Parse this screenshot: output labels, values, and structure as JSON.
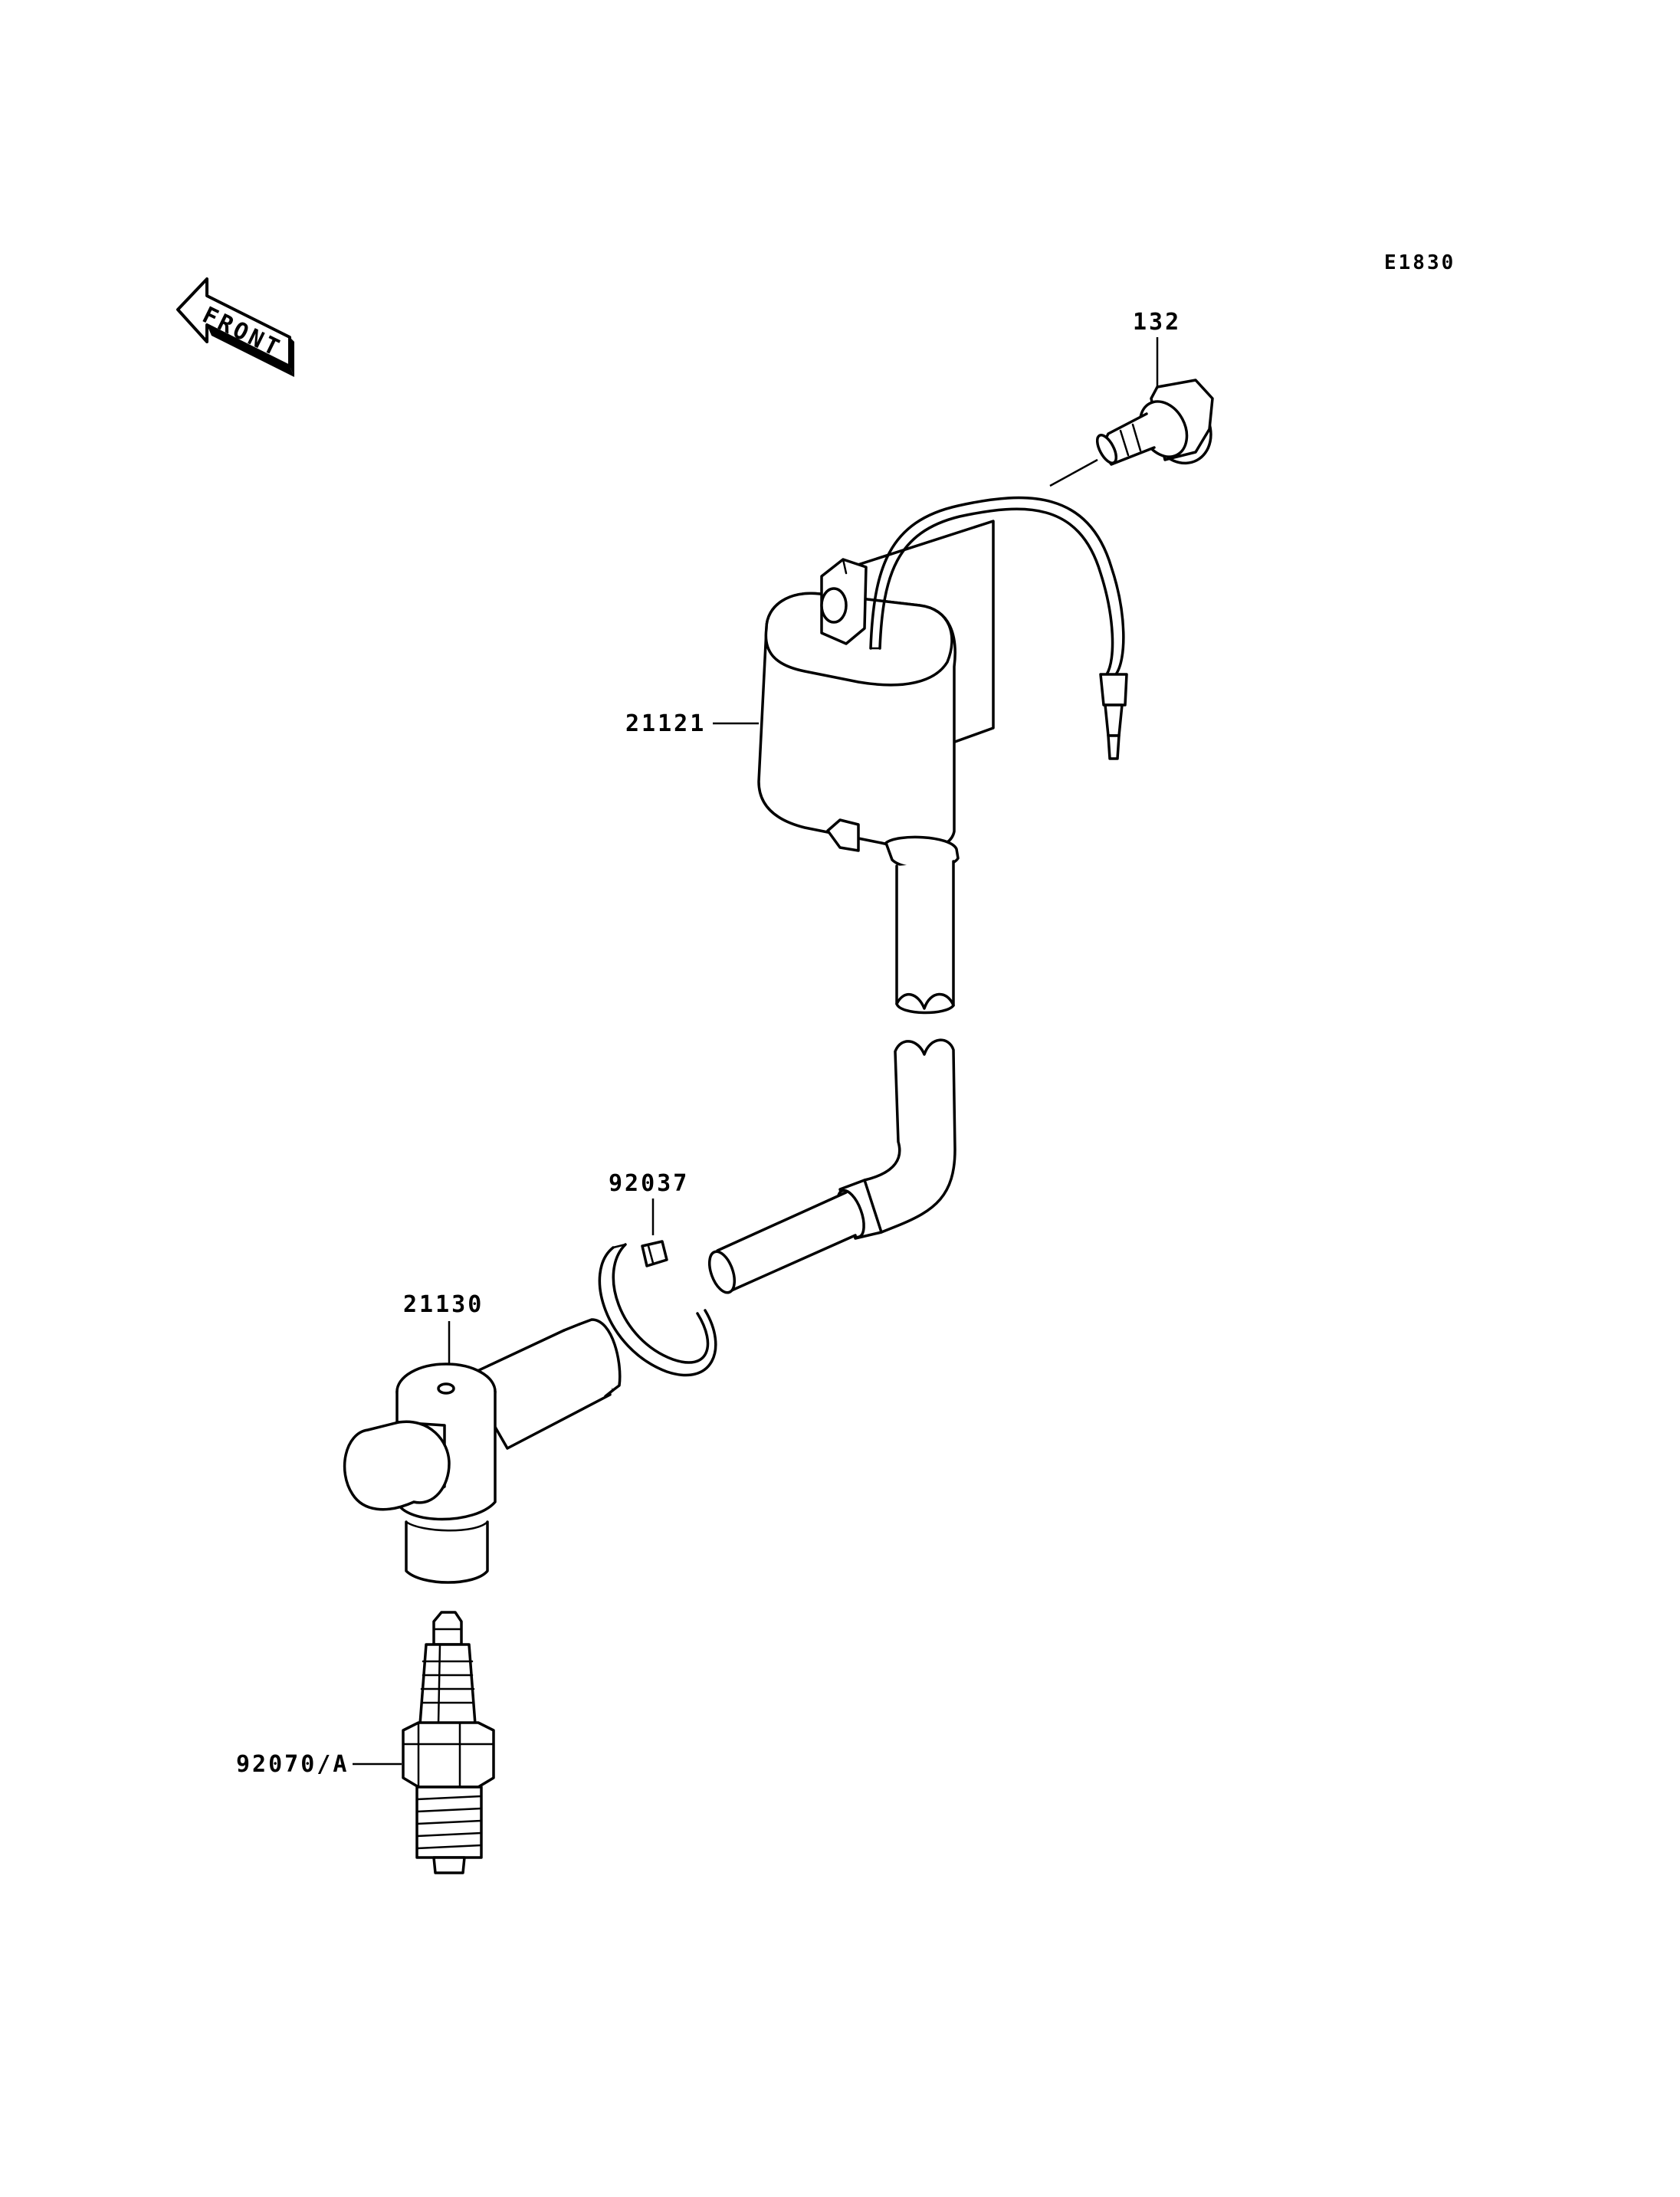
{
  "diagram_code": "E1830",
  "front_arrow": {
    "label": "FRONT",
    "icon": "front-arrow-icon"
  },
  "parts": [
    {
      "part_no": "132",
      "description_icon": "bolt-icon"
    },
    {
      "part_no": "21121",
      "description_icon": "ignition-coil-icon"
    },
    {
      "part_no": "92037",
      "description_icon": "clamp-icon"
    },
    {
      "part_no": "21130",
      "description_icon": "spark-plug-cap-icon"
    },
    {
      "part_no": "92070/A",
      "description_icon": "spark-plug-icon"
    }
  ],
  "colors": {
    "line": "#000000",
    "background": "#ffffff"
  }
}
